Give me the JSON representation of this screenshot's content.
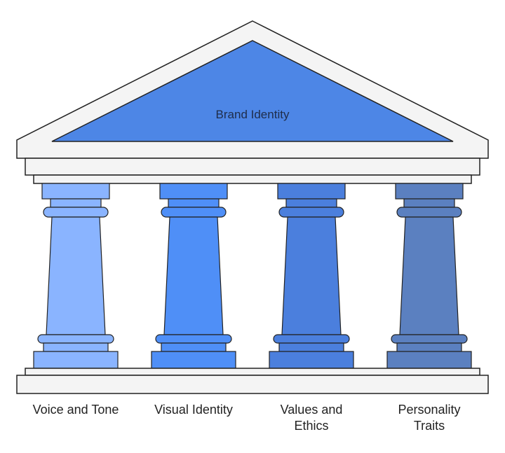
{
  "roof": {
    "label": "Brand Identity",
    "color": "#4d86e6"
  },
  "pillars": [
    {
      "label_lines": [
        "Voice and Tone"
      ],
      "color": "#8ab4ff",
      "trim": "#8ab4ff"
    },
    {
      "label_lines": [
        "Visual Identity"
      ],
      "color": "#4f8ff7",
      "trim": "#4f8ff7"
    },
    {
      "label_lines": [
        "Values and",
        "Ethics"
      ],
      "color": "#4b7fdd",
      "trim": "#4b7fdd"
    },
    {
      "label_lines": [
        "Personality",
        "Traits"
      ],
      "color": "#5b80c0",
      "trim": "#5b80c0"
    }
  ],
  "structure_color": "#f4f4f4",
  "outline_color": "#222222"
}
